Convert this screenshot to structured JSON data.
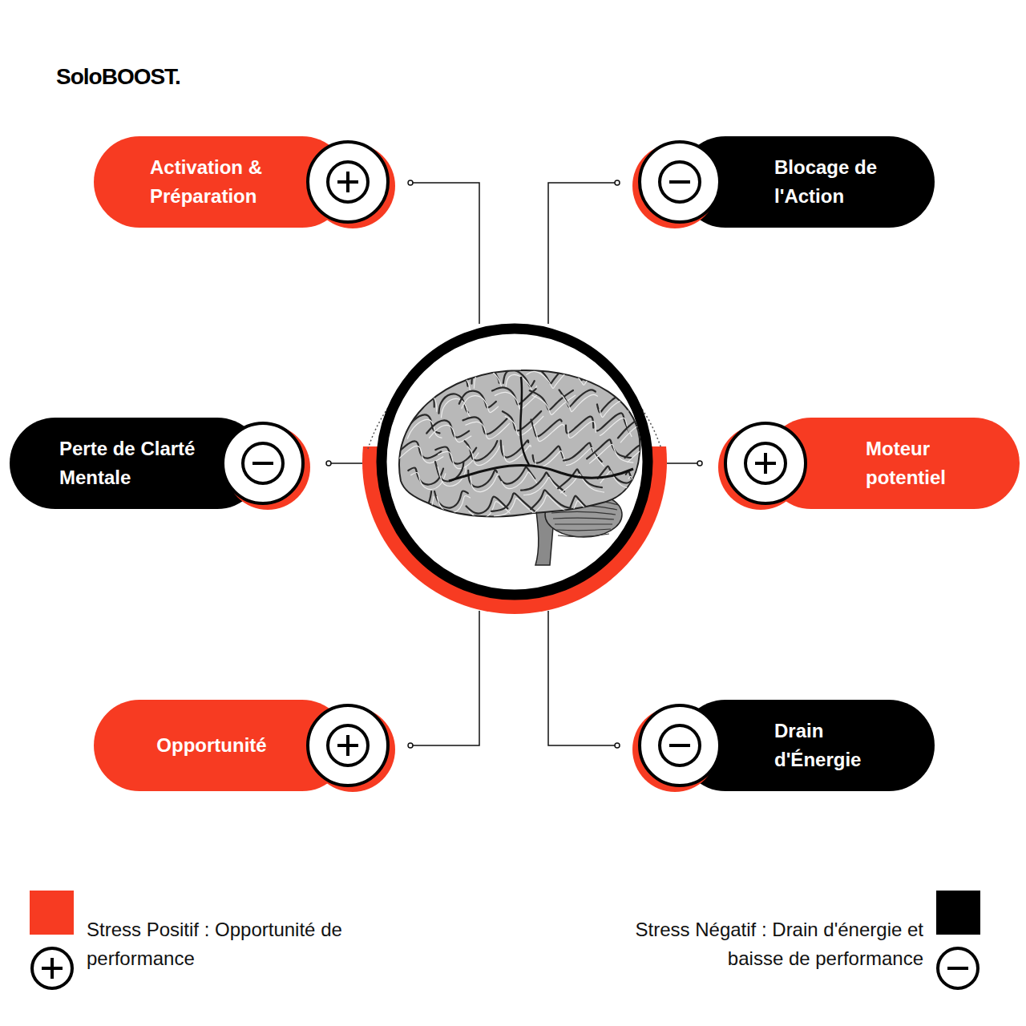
{
  "diagram": {
    "nodes": [
      {
        "text": [
          "Activation & Préparation"
        ]
      },
      {
        "text": [
          "Blocage de l'Action"
        ]
      },
      {
        "text": [
          "Perte de Clarté Mentale"
        ]
      },
      {
        "text": [
          "Moteur potentiel"
        ]
      },
      {
        "text": [
          "Opportunité"
        ]
      },
      {
        "text": [
          "Drain d'Énergie"
        ]
      }
    ],
    "labels": [
      "SoloBOOST."
    ],
    "legend": [
      {
        "text": "Stress Positif : Opportunité de performance",
        "color": "#f73b22"
      },
      {
        "text": "Stress Négatif : Drain d'énergie et baisse de performance",
        "color": "#000000"
      }
    ]
  }
}
